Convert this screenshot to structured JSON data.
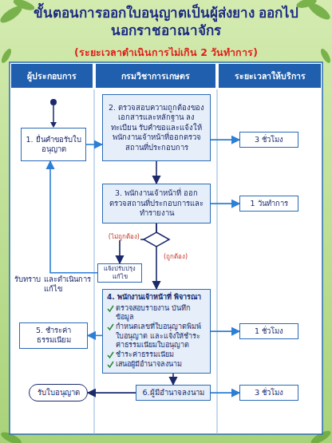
{
  "diagram": {
    "title": "ขั้นตอนการออกใบอนุญาตเป็นผู้ส่งยาง ออกไปนอกราชอาณาจักร",
    "nodes": [
      {
        "text": [
          "1. ยื่นคำขอรับใบอนุญาต"
        ]
      },
      {
        "text": [
          "2. ตรวจสอบความถูกต้องของเอกสารและหลักฐาน ลงทะเบียน รับคำขอและแจ้งให้พนักงานเจ้าหน้าที่ออกตรวจสถานที่ประกอบการ"
        ]
      },
      {
        "text": [
          "3 ชั่วโมง"
        ]
      },
      {
        "text": [
          "3. พนักงานเจ้าหน้าที่ ออกตรวจสถานที่ประกอบการและทำรายงาน"
        ]
      },
      {
        "text": [
          "1 วันทำการ"
        ]
      },
      {
        "text": [
          "แจ้งปรับปรุงแก้ไข"
        ]
      },
      {
        "text": [
          "4. พนักงานเจ้าหน้าที่ พิจารณา",
          "ตรวจสอบรายงาน บันทึกข้อมูล",
          "กำหนดเลขที่ใบอนุญาตพิมพ์ใบอนุญาต และแจ้งให้ชำระค่าธรรมเนียมใบอนุญาต",
          "ชำระค่าธรรมเนียม",
          "เสนอผู้มีอำนาจลงนาม"
        ]
      },
      {
        "text": [
          "5. ชำระค่าธรรมเนียม"
        ]
      },
      {
        "text": [
          "1 ชั่วโมง"
        ]
      },
      {
        "text": [
          "6.ผู้มีอำนาจลงนาม"
        ]
      },
      {
        "text": [
          "รับใบอนุญาต"
        ]
      },
      {
        "text": [
          "3 ชั่วโมง"
        ]
      }
    ],
    "edges": [
      {
        "from": 0,
        "to": 1,
        "arrow": "to"
      },
      {
        "from": 1,
        "to": 2,
        "arrow": "to"
      },
      {
        "from": 1,
        "to": 3,
        "arrow": "to"
      },
      {
        "from": 3,
        "to": 4,
        "arrow": "to"
      },
      {
        "from": 3,
        "to": 5,
        "label": "(ไม่ถูกต้อง)",
        "arrow": "to"
      },
      {
        "from": 3,
        "to": 6,
        "label": "(ถูกต้อง)",
        "arrow": "to"
      },
      {
        "from": 5,
        "to": 0,
        "arrow": "to"
      },
      {
        "from": 6,
        "to": 7,
        "arrow": "to"
      },
      {
        "from": 6,
        "to": 8,
        "arrow": "to"
      },
      {
        "from": 6,
        "to": 9,
        "arrow": "to"
      },
      {
        "from": 9,
        "to": 10,
        "arrow": "to"
      },
      {
        "from": 9,
        "to": 11,
        "arrow": "to"
      }
    ],
    "labels": [
      "(ระยะเวลาดำเนินการไม่เกิน 2 วันทำการ)",
      "ผู้ประกอบการ",
      "กรมวิชาการเกษตร",
      "ระยะเวลาให้บริการ",
      "รับทราบ และดำเนินการแก้ไข"
    ]
  }
}
